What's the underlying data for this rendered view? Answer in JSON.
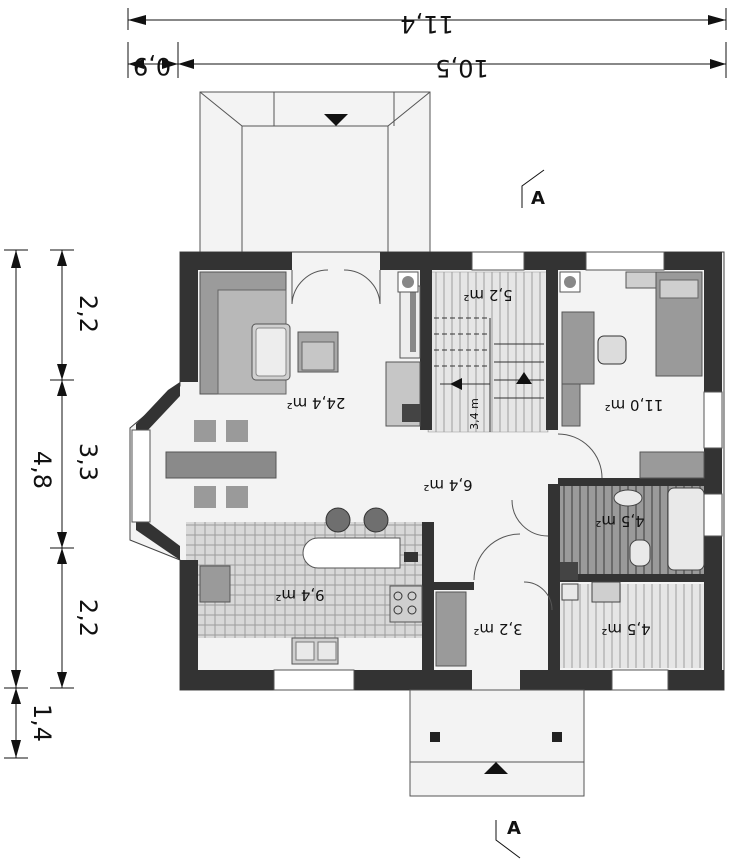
{
  "dimensions": {
    "total_width": "11,4",
    "offset": "0,9",
    "main_width": "10,5",
    "total_depth": "4,8",
    "seg_top": "2,2",
    "seg_mid": "3,3",
    "seg_low": "2,2",
    "seg_bottom": "1,4"
  },
  "section_marker": "A",
  "rooms": {
    "living": "24,4 m²",
    "stairs": "5,2 m²",
    "bedroom": "11,0 m²",
    "hall": "6,4 m²",
    "kitchen": "9,4 m²",
    "bath": "4,5 m²",
    "utility": "4,5 m²",
    "entry": "3,2 m²",
    "stair_height": "3,4 m"
  },
  "colors": {
    "wall": "#333333",
    "outline": "#444444",
    "furniture": "#8a8a8a",
    "kitchen_floor": "#c8c8c8",
    "hatch": "#bdbdbd"
  }
}
